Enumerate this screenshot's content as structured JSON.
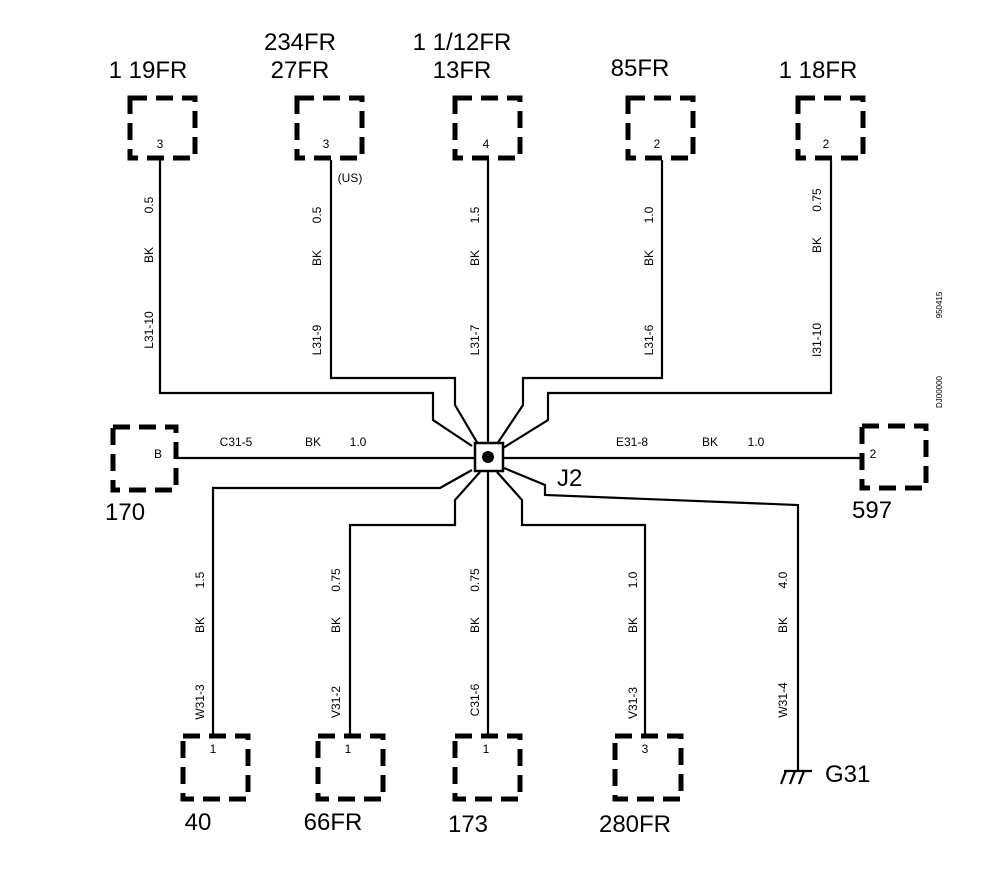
{
  "splice": {
    "label": "J2"
  },
  "ground": {
    "label": "G31"
  },
  "side_codes": [
    "950415",
    "DJ00000"
  ],
  "connectors": [
    {
      "id": "c-119fr",
      "name_lines": [
        "1 19FR"
      ],
      "pin": "3",
      "wire": {
        "code": "L31-10",
        "color": "BK",
        "size": "0.5"
      }
    },
    {
      "id": "c-27fr",
      "name_lines": [
        "234FR",
        "27FR"
      ],
      "pin": "3",
      "note": "(US)",
      "wire": {
        "code": "L31-9",
        "color": "BK",
        "size": "0.5"
      }
    },
    {
      "id": "c-13fr",
      "name_lines": [
        "1 1/12FR",
        "13FR"
      ],
      "pin": "4",
      "wire": {
        "code": "L31-7",
        "color": "BK",
        "size": "1.5"
      }
    },
    {
      "id": "c-85fr",
      "name_lines": [
        "85FR"
      ],
      "pin": "2",
      "wire": {
        "code": "L31-6",
        "color": "BK",
        "size": "1.0"
      }
    },
    {
      "id": "c-118fr",
      "name_lines": [
        "1 18FR"
      ],
      "pin": "2",
      "wire": {
        "code": "I31-10",
        "color": "BK",
        "size": "0.75"
      }
    },
    {
      "id": "c-170",
      "name_lines": [
        "170"
      ],
      "pin": "B",
      "wire": {
        "code": "C31-5",
        "color": "BK",
        "size": "1.0"
      }
    },
    {
      "id": "c-597",
      "name_lines": [
        "597"
      ],
      "pin": "2",
      "wire": {
        "code": "E31-8",
        "color": "BK",
        "size": "1.0"
      }
    },
    {
      "id": "c-40",
      "name_lines": [
        "40"
      ],
      "pin": "1",
      "wire": {
        "code": "W31-3",
        "color": "BK",
        "size": "1.5"
      }
    },
    {
      "id": "c-66fr",
      "name_lines": [
        "66FR"
      ],
      "pin": "1",
      "wire": {
        "code": "V31-2",
        "color": "BK",
        "size": "0.75"
      }
    },
    {
      "id": "c-173",
      "name_lines": [
        "173"
      ],
      "pin": "1",
      "wire": {
        "code": "C31-6",
        "color": "BK",
        "size": "0.75"
      }
    },
    {
      "id": "c-280fr",
      "name_lines": [
        "280FR"
      ],
      "pin": "3",
      "wire": {
        "code": "V31-3",
        "color": "BK",
        "size": "1.0"
      }
    },
    {
      "id": "g31",
      "name_lines": [],
      "pin": "",
      "wire": {
        "code": "W31-4",
        "color": "BK",
        "size": "4.0"
      }
    }
  ]
}
